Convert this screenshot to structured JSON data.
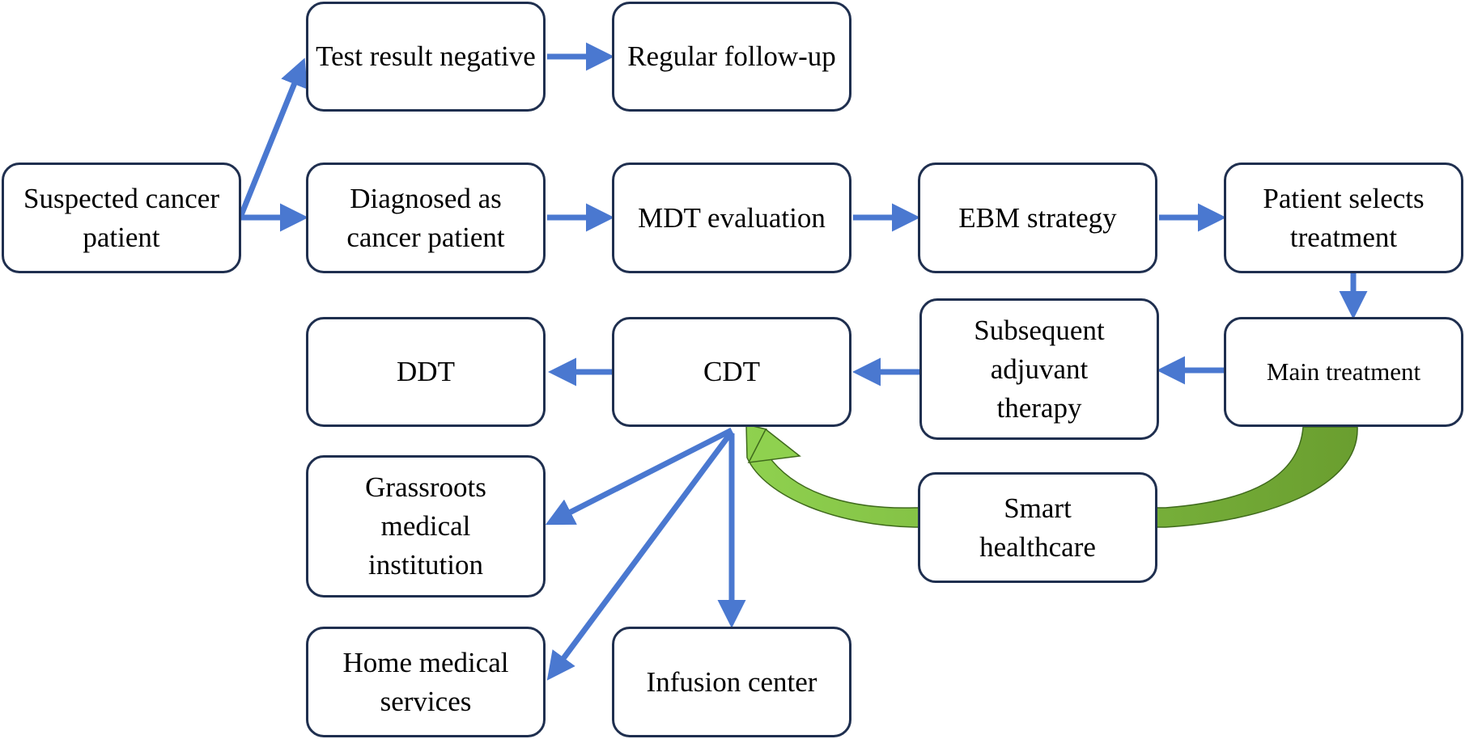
{
  "colors": {
    "arrow": "#4a78d0",
    "box_border": "#1f2f4f",
    "box_fill": "#ffffff",
    "curve_light": "#8fd14f",
    "curve_dark": "#6a9e2f"
  },
  "nodes": {
    "suspected": "Suspected cancer patient",
    "test_negative": "Test result negative",
    "regular_followup": "Regular follow-up",
    "diagnosed": "Diagnosed as cancer patient",
    "mdt": "MDT evaluation",
    "ebm": "EBM strategy",
    "patient_selects": "Patient selects treatment",
    "main_treatment": "Main treatment",
    "subsequent": "Subsequent adjuvant therapy",
    "cdt": "CDT",
    "ddt": "DDT",
    "grassroots": "Grassroots medical institution",
    "home_medical": "Home medical services",
    "infusion": "Infusion center",
    "smart": "Smart healthcare"
  },
  "edges": [
    {
      "from": "suspected",
      "to": "test_negative"
    },
    {
      "from": "suspected",
      "to": "diagnosed"
    },
    {
      "from": "test_negative",
      "to": "regular_followup"
    },
    {
      "from": "diagnosed",
      "to": "mdt"
    },
    {
      "from": "mdt",
      "to": "ebm"
    },
    {
      "from": "ebm",
      "to": "patient_selects"
    },
    {
      "from": "patient_selects",
      "to": "main_treatment"
    },
    {
      "from": "main_treatment",
      "to": "subsequent"
    },
    {
      "from": "subsequent",
      "to": "cdt"
    },
    {
      "from": "cdt",
      "to": "ddt"
    },
    {
      "from": "cdt",
      "to": "grassroots"
    },
    {
      "from": "cdt",
      "to": "home_medical"
    },
    {
      "from": "cdt",
      "to": "infusion"
    },
    {
      "from": "main_treatment",
      "to": "cdt",
      "via": "smart"
    }
  ]
}
